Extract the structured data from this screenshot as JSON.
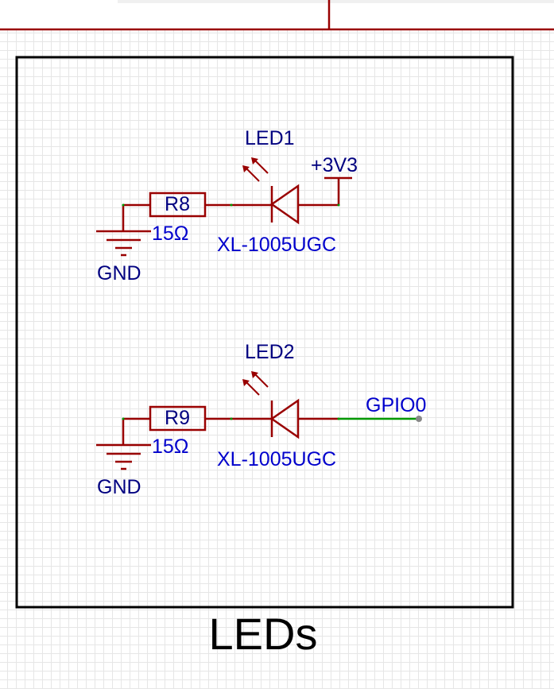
{
  "title": "LEDs",
  "circuits": [
    {
      "led": "LED1",
      "resistor": "R8",
      "resistor_value": "15Ω",
      "led_part": "XL-1005UGC",
      "ground": "GND",
      "net": "+3V3"
    },
    {
      "led": "LED2",
      "resistor": "R9",
      "resistor_value": "15Ω",
      "led_part": "XL-1005UGC",
      "ground": "GND",
      "net": "GPIO0"
    }
  ],
  "colors": {
    "component": "#990000",
    "net_wire": "#009900",
    "designator": "#000080",
    "value": "#0000cc",
    "frame": "#000000"
  }
}
